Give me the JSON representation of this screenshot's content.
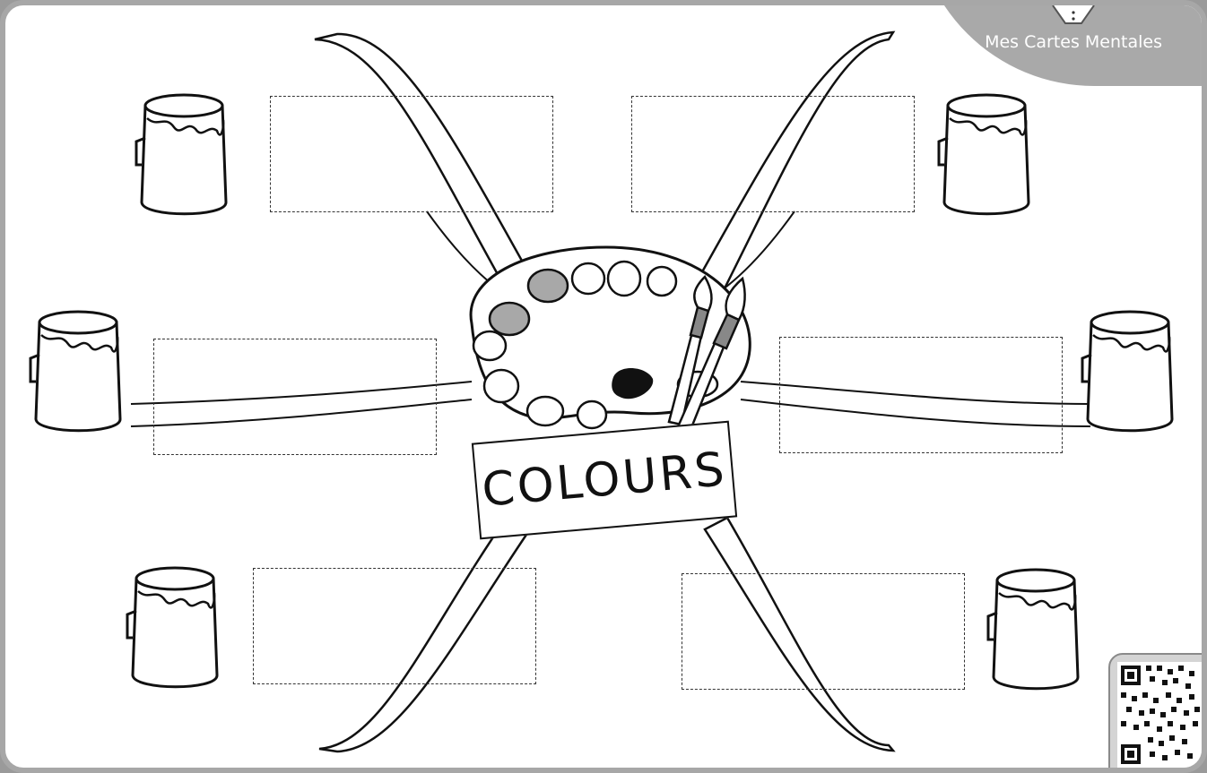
{
  "brand": {
    "label": "Mes Cartes Mentales"
  },
  "title": "COLOURS",
  "icons": {
    "center": "paint-palette-with-brushes",
    "topic": "paint-pot",
    "code": "qr-code",
    "mascot": "mascot"
  },
  "colors": {
    "border": "#a7a7a7",
    "tab": "#a9a9a9",
    "ink": "#111111"
  }
}
